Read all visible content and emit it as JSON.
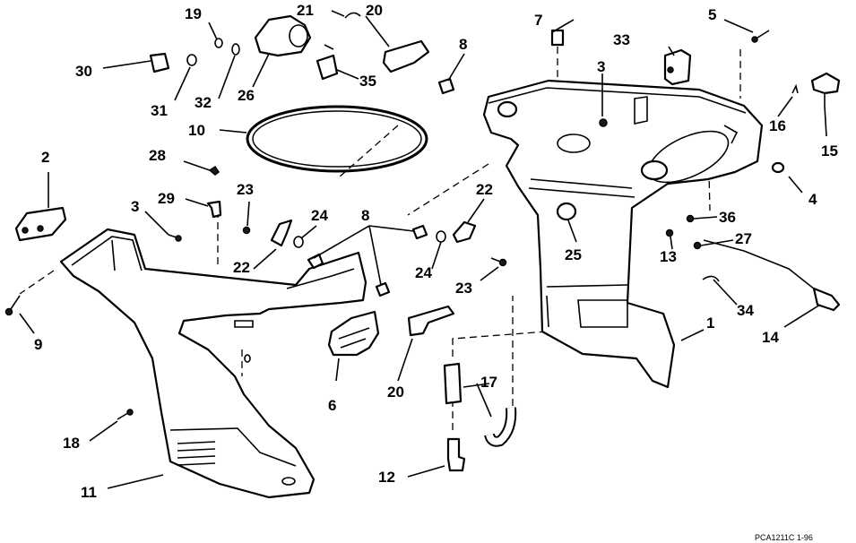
{
  "diagram": {
    "drawing_code": "PCA1211C  1-96",
    "callouts": {
      "c1": "1",
      "c2": "2",
      "c3a": "3",
      "c3b": "3",
      "c4": "4",
      "c5": "5",
      "c6": "6",
      "c7": "7",
      "c8a": "8",
      "c8b": "8",
      "c9": "9",
      "c10": "10",
      "c11": "11",
      "c12": "12",
      "c13": "13",
      "c14": "14",
      "c15": "15",
      "c16": "16",
      "c17": "17",
      "c18": "18",
      "c19": "19",
      "c20a": "20",
      "c20b": "20",
      "c21": "21",
      "c22a": "22",
      "c22b": "22",
      "c23a": "23",
      "c23b": "23",
      "c24a": "24",
      "c24b": "24",
      "c25": "25",
      "c26": "26",
      "c27": "27",
      "c28": "28",
      "c29": "29",
      "c30": "30",
      "c31": "31",
      "c32": "32",
      "c33": "33",
      "c34": "34",
      "c35": "35",
      "c36": "36"
    }
  }
}
